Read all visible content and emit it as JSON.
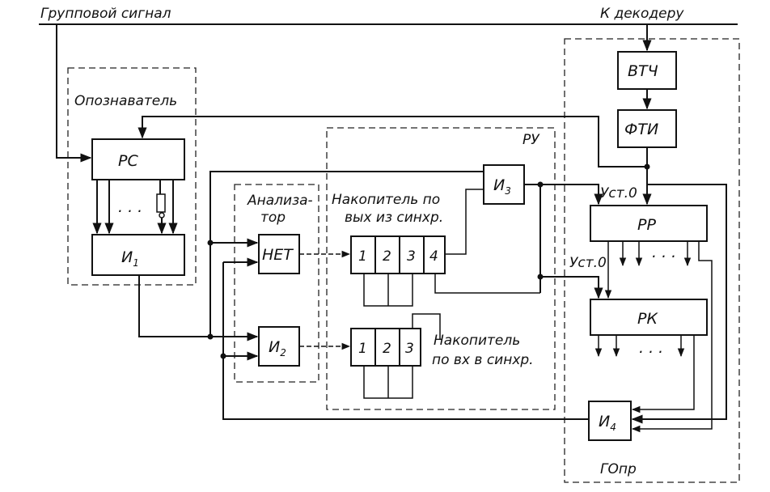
{
  "inputs": {
    "group_signal": "Групповой сигнал",
    "to_decoder": "К декодеру"
  },
  "regions": {
    "identifier": "Опознаватель",
    "analyzer_line1": "Анализа-",
    "analyzer_line2": "тор",
    "control": "РУ",
    "generator": "ГОпр"
  },
  "blocks": {
    "rs": "РС",
    "i1": "И",
    "i1_sub": "1",
    "net": "НЕТ",
    "i2": "И",
    "i2_sub": "2",
    "i3": "И",
    "i3_sub": "3",
    "i4": "И",
    "i4_sub": "4",
    "vtch": "ВТЧ",
    "fti": "ФТИ",
    "rr": "РР",
    "rk": "РК"
  },
  "accumulators": {
    "out_label_line1": "Накопитель по",
    "out_label_line2": "вых из синхр.",
    "out_cells": [
      "1",
      "2",
      "3",
      "4"
    ],
    "in_label_line1": "Накопитель",
    "in_label_line2": "по вх в синхр.",
    "in_cells": [
      "1",
      "2",
      "3"
    ]
  },
  "markers": {
    "reset_rr": "Уст.0",
    "reset_rk": "Уст.0",
    "ellipsis": ". . ."
  }
}
